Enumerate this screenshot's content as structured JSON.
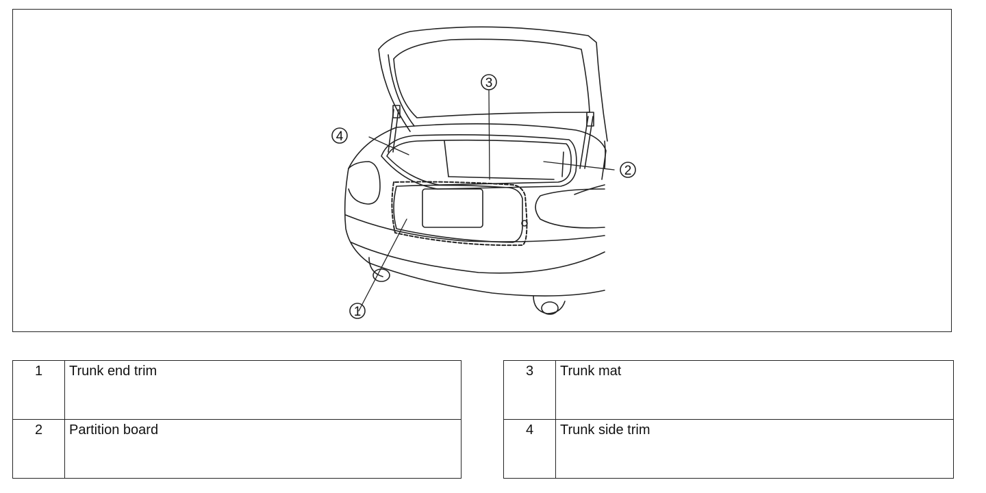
{
  "figure": {
    "callouts": [
      {
        "number": "1"
      },
      {
        "number": "2"
      },
      {
        "number": "3"
      },
      {
        "number": "4"
      }
    ]
  },
  "legend": {
    "left": [
      {
        "number": "1",
        "label": "Trunk end trim"
      },
      {
        "number": "2",
        "label": "Partition board"
      }
    ],
    "right": [
      {
        "number": "3",
        "label": "Trunk mat"
      },
      {
        "number": "4",
        "label": "Trunk side trim"
      }
    ]
  }
}
